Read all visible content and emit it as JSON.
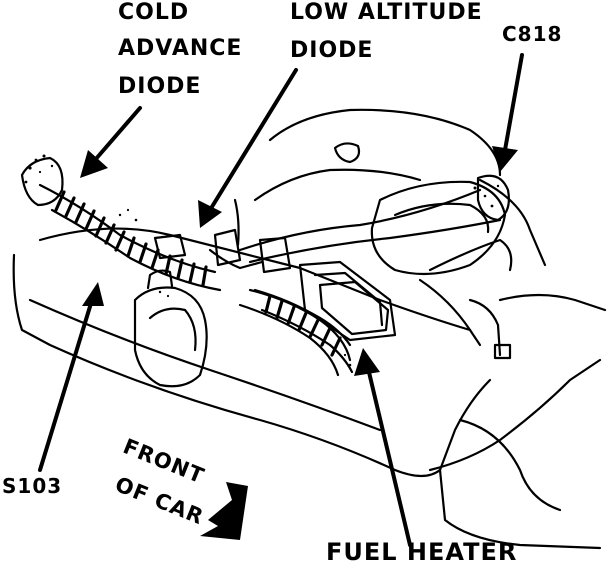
{
  "callouts": {
    "cold_advance_diode": [
      "COLD",
      "ADVANCE",
      "DIODE"
    ],
    "low_altitude_diode": [
      "LOW ALTITUDE",
      "DIODE"
    ],
    "c818": "C818",
    "s103": "S103",
    "front_of_car": [
      "FRONT",
      "OF CAR"
    ],
    "fuel_heater": "FUEL HEATER"
  },
  "colors": {
    "ink": "#000000",
    "paper": "#ffffff"
  }
}
